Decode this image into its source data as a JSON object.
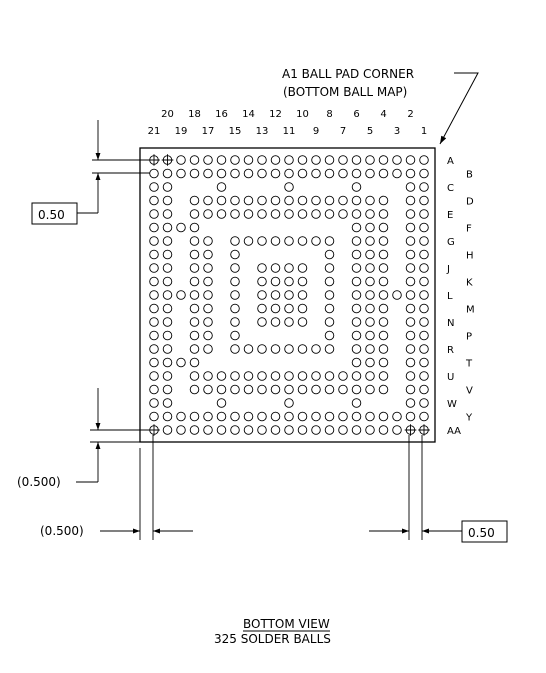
{
  "callout": {
    "line1": "A1 BALL PAD CORNER",
    "line2": "(BOTTOM BALL MAP)"
  },
  "dimensions": {
    "pitch_top": "0.50",
    "offset_left": "(0.500)",
    "offset_bottom": "(0.500)",
    "pitch_right": "0.50"
  },
  "column_labels_even": [
    "20",
    "18",
    "16",
    "14",
    "12",
    "10",
    "8",
    "6",
    "4",
    "2"
  ],
  "column_labels_odd": [
    "21",
    "19",
    "17",
    "15",
    "13",
    "11",
    "9",
    "7",
    "5",
    "3",
    "1"
  ],
  "row_labels": [
    "A",
    "B",
    "C",
    "D",
    "E",
    "F",
    "G",
    "H",
    "J",
    "K",
    "L",
    "M",
    "N",
    "P",
    "R",
    "T",
    "U",
    "V",
    "W",
    "Y",
    "AA"
  ],
  "ball_map": [
    "111111111111111111111",
    "111111111111111111111",
    "110001000010000100011",
    "110111111111111111011",
    "110111111111111111011",
    "111100000000000111011",
    "110110111111110111011",
    "110110100000010111011",
    "110110101111010111011",
    "110110101111010111011",
    "111110101111010111111",
    "110110101111010111011",
    "110110101111010111011",
    "110110100000010111011",
    "110110111111110111011",
    "111100000000000111011",
    "110111111111111111011",
    "110111111111111111011",
    "110001000010000100011",
    "111111111111111111111",
    "111111111111111111111"
  ],
  "footer": {
    "view_title": "BOTTOM VIEW",
    "ball_count": "325 SOLDER BALLS"
  }
}
